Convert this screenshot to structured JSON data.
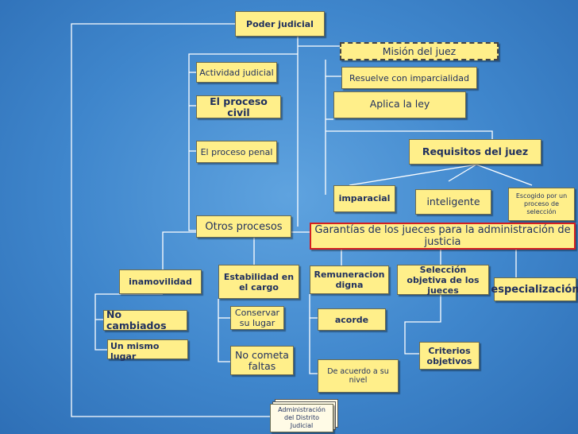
{
  "nodes": {
    "poder_judicial": "Poder judicial",
    "mision_juez": "Misión del juez",
    "actividad_judicial": "Actividad judicial",
    "resuelve": "Resuelve con imparcialidad",
    "proceso_civil": "El proceso civil",
    "aplica_ley": "Aplica la ley",
    "proceso_penal": "El proceso penal",
    "requisitos_juez": "Requisitos del juez",
    "imparacial": "imparacial",
    "inteligente": "inteligente",
    "escogido": "Escogido por un proceso de selección",
    "otros_procesos": "Otros procesos",
    "garantias": "Garantías de los jueces para la administración de justicia",
    "inamovilidad": "inamovilidad",
    "estabilidad": "Estabilidad en el cargo",
    "remuneracion": "Remuneracion digna",
    "seleccion": "Selección objetiva de los jueces",
    "especializacion": "especialización",
    "no_cambiados": "No  cambiados",
    "conservar": "Conservar su lugar",
    "acorde": "acorde",
    "un_mismo_lugar": "Un mismo  lugar",
    "criterios": "Criterios objetivos",
    "no_cometa": "No cometa faltas",
    "de_acuerdo": "De acuerdo a su nivel",
    "administracion": "Administración del Distrito Judicial"
  },
  "colors": {
    "background": "#3f86cc",
    "box_fill": "#ffef8a",
    "connector": "#ffffff",
    "highlight_border": "#d42020",
    "text": "#1f2f5e"
  }
}
